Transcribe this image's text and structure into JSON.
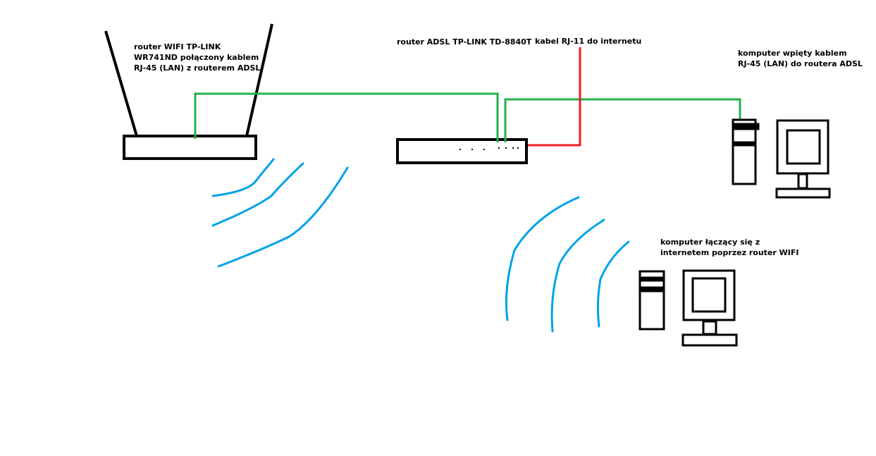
{
  "colors": {
    "background": "#ffffff",
    "device_outline": "#000000",
    "lan_cable": "#22b14c",
    "phone_cable": "#ed1c24",
    "wifi_waves": "#00a2e8",
    "text": "#000000"
  },
  "labels": {
    "wifi_router": [
      "router WIFI TP-LINK",
      "WR741ND połączony kablem",
      "RJ-45 (LAN) z routerem ADSL"
    ],
    "adsl_router": [
      "router ADSL TP-LINK TD-8840T"
    ],
    "rj11_cable": [
      "kabel RJ-11 do internetu"
    ],
    "wired_computer": [
      "komputer wpięty kablem",
      "RJ-45 (LAN) do routera ADSL"
    ],
    "wifi_computer": [
      "komputer łączący się z",
      "internetem poprzez router WIFI"
    ]
  },
  "icons": {
    "wifi_router": "wifi-router-icon",
    "adsl_router": "adsl-router-icon",
    "wired_computer": "desktop-computer-icon",
    "wifi_computer": "desktop-computer-icon",
    "wifi_waves": "wifi-waves-icon"
  }
}
